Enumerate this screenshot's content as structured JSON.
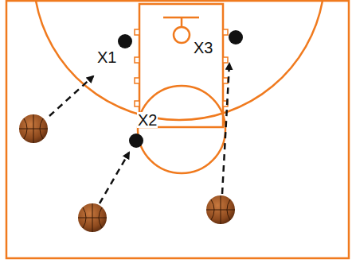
{
  "diagram": {
    "labels": [
      "X1",
      "X3",
      "X2"
    ]
  }
}
